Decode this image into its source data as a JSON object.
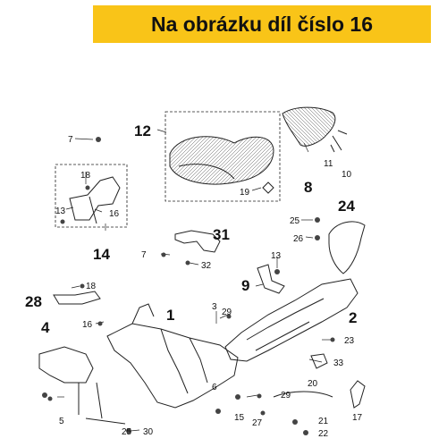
{
  "banner": {
    "text": "Na obrázku díl číslo 16",
    "background": "#f9c418"
  },
  "labels": {
    "p12": "12",
    "p7a": "7",
    "p8": "8",
    "p19": "19",
    "p11": "11",
    "p10": "10",
    "p18a": "18",
    "p13a": "13",
    "p16a": "16",
    "p14": "14",
    "p24": "24",
    "p25a": "25",
    "p26": "26",
    "p31": "31",
    "p7b": "7",
    "p32": "32",
    "p13b": "13",
    "p9": "9",
    "p28": "28",
    "p18b": "18",
    "p1": "1",
    "p3": "3",
    "p29a": "29",
    "p2": "2",
    "p4": "4",
    "p16b": "16",
    "p23": "23",
    "p33": "33",
    "p6": "6",
    "p5": "5",
    "p25b": "25",
    "p30": "30",
    "p29b": "29",
    "p15": "15",
    "p27": "27",
    "p20": "20",
    "p21": "21",
    "p22": "22",
    "p17": "17"
  }
}
